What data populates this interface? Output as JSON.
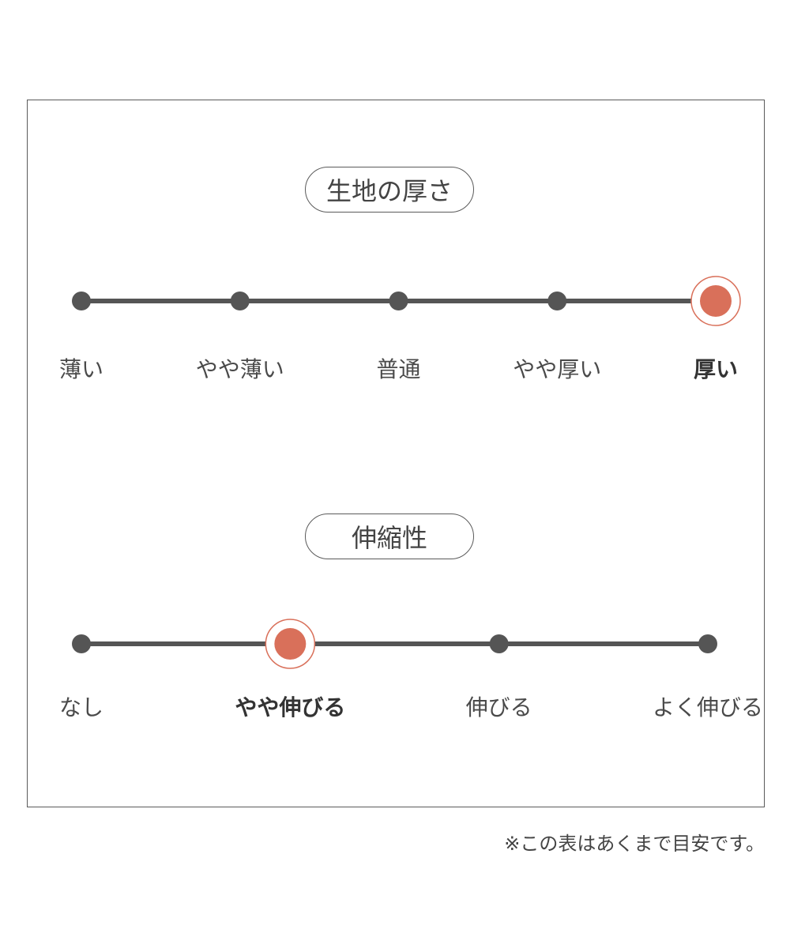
{
  "colors": {
    "line": "#555555",
    "dot": "#555555",
    "accent": "#d9705a"
  },
  "sections": [
    {
      "title": "生地の厚さ",
      "labels": [
        "薄い",
        "やや薄い",
        "普通",
        "やや厚い",
        "厚い"
      ],
      "selected_index": 4
    },
    {
      "title": "伸縮性",
      "labels": [
        "なし",
        "やや伸びる",
        "伸びる",
        "よく伸びる"
      ],
      "selected_index": 1
    }
  ],
  "note": "※この表はあくまで目安です。"
}
